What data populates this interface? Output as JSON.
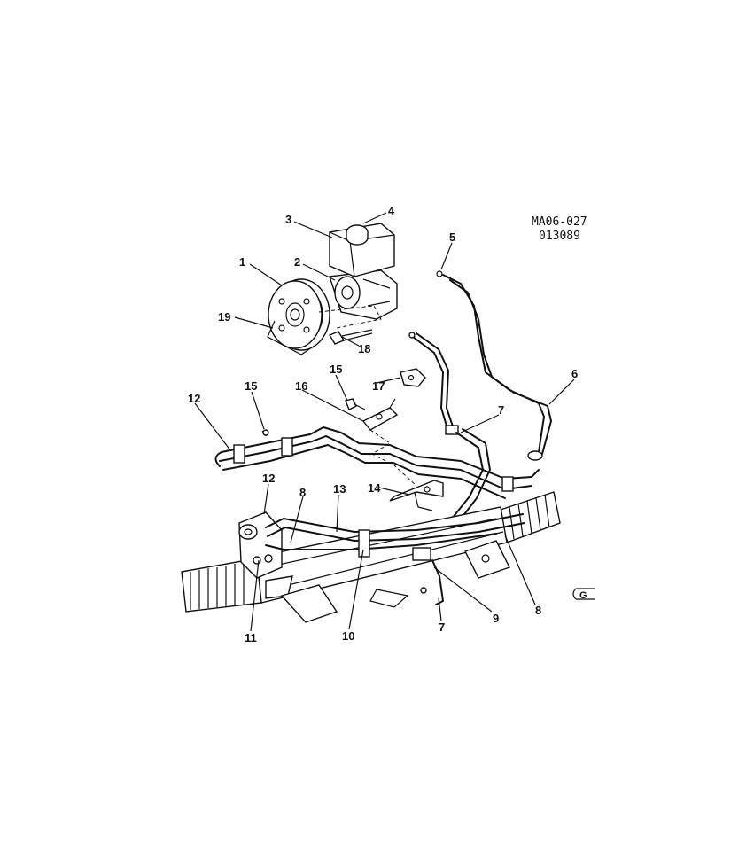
{
  "drawing_ref": {
    "line1": "MA06-027",
    "line2": "013089"
  },
  "symbol": "G",
  "callouts": [
    "1",
    "2",
    "3",
    "4",
    "5",
    "6",
    "7",
    "7",
    "8",
    "8",
    "9",
    "10",
    "11",
    "12",
    "12",
    "13",
    "14",
    "15",
    "15",
    "16",
    "17",
    "18",
    "19"
  ]
}
